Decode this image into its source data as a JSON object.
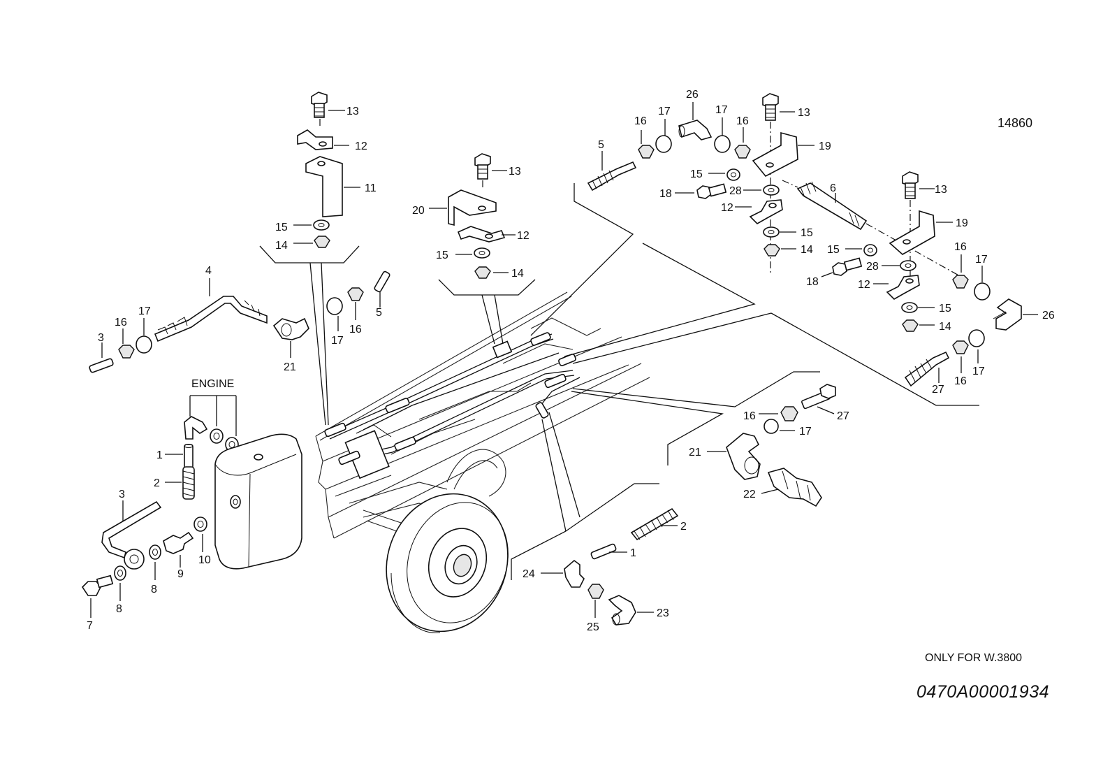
{
  "drawing_number": "14860",
  "footnote": "ONLY FOR W.3800",
  "document_code": "0470A00001934",
  "engine_label": "ENGINE",
  "callouts": [
    "1",
    "2",
    "3",
    "4",
    "5",
    "6",
    "7",
    "8",
    "9",
    "10",
    "11",
    "12",
    "13",
    "14",
    "15",
    "16",
    "17",
    "18",
    "19",
    "20",
    "21",
    "22",
    "23",
    "24",
    "25",
    "26",
    "27",
    "28"
  ]
}
